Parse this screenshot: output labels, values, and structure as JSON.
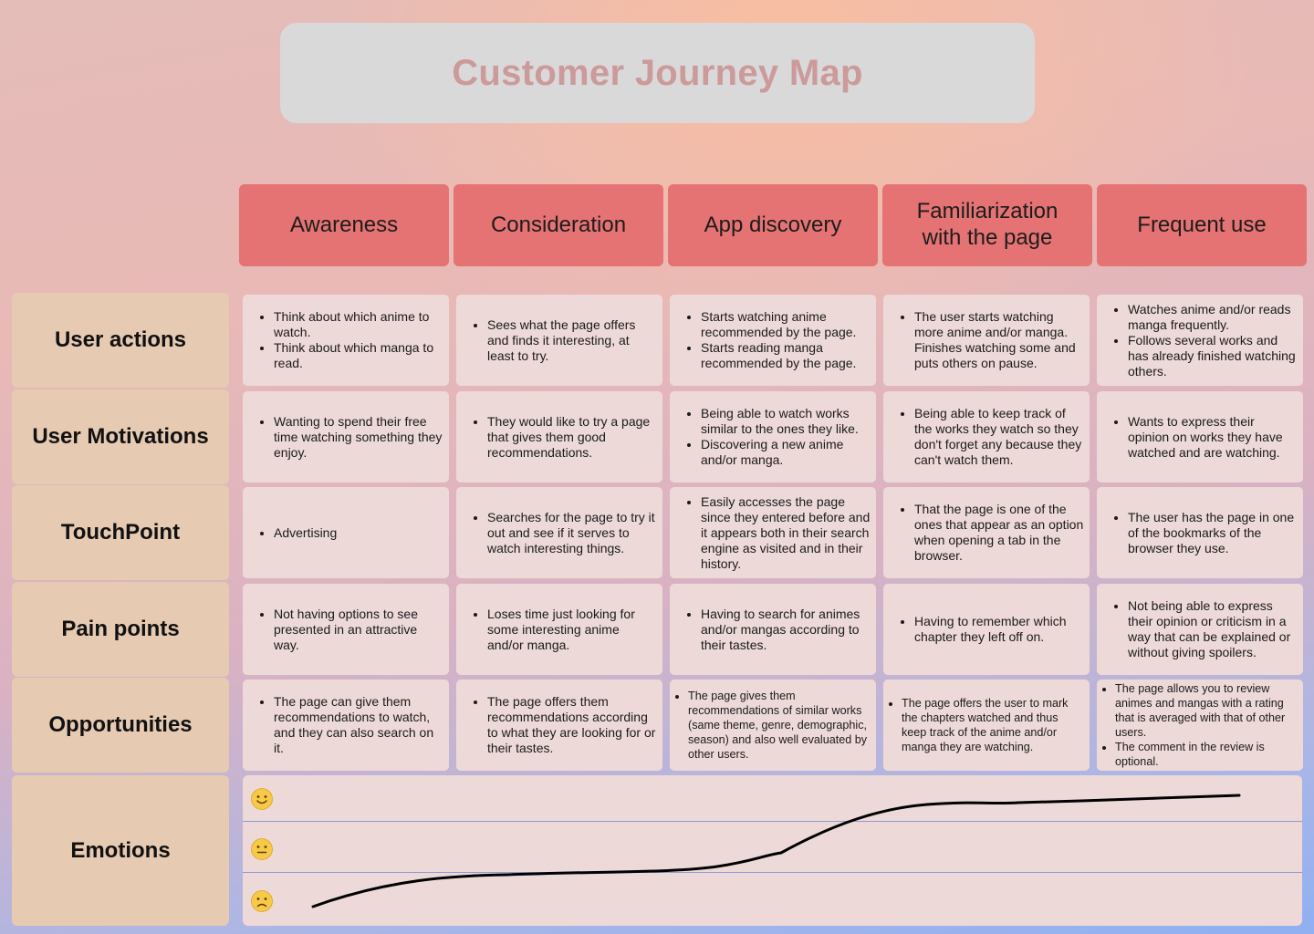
{
  "title": "Customer Journey Map",
  "stages": [
    "Awareness",
    "Consideration",
    "App discovery",
    "Familiarization with the page",
    "Frequent use"
  ],
  "rows": [
    {
      "label": "User actions",
      "cells": [
        [
          "Think about which anime to watch.",
          "Think about which manga to read."
        ],
        [
          "Sees what the page offers and finds it interesting, at least to try."
        ],
        [
          "Starts watching anime recommended by the page.",
          "Starts reading manga recommended by the page."
        ],
        [
          "The user starts watching more anime and/or manga. Finishes watching some and puts others on pause."
        ],
        [
          "Watches anime and/or reads manga frequently.",
          "Follows several works and has already finished watching others."
        ]
      ]
    },
    {
      "label": "User Motivations",
      "cells": [
        [
          "Wanting to spend their free time watching something they enjoy."
        ],
        [
          "They would like to try a page that gives them good recommendations."
        ],
        [
          "Being able to watch works similar to the ones they like.",
          "Discovering a new anime and/or manga."
        ],
        [
          "Being able to keep track of the works they watch so they don't forget any because they can't watch them."
        ],
        [
          "Wants to express their opinion on works they have watched and are watching."
        ]
      ]
    },
    {
      "label": "TouchPoint",
      "cells": [
        [
          "Advertising"
        ],
        [
          "Searches for the page to try it out and see if it serves to watch interesting things."
        ],
        [
          "Easily accesses the page since they entered before and it appears both in their search engine as visited and in their history."
        ],
        [
          "That the page is one of the ones that appear as an option when opening a tab in the browser."
        ],
        [
          "The user has the page in one of the bookmarks of the browser they use."
        ]
      ]
    },
    {
      "label": "Pain points",
      "cells": [
        [
          "Not having options to see presented in an attractive way."
        ],
        [
          "Loses time just looking for some interesting anime and/or manga."
        ],
        [
          "Having to search for animes and/or mangas according to their tastes."
        ],
        [
          "Having to remember which chapter they left off on."
        ],
        [
          "Not being able to express their opinion or criticism in a way that can be explained or without giving spoilers."
        ]
      ]
    },
    {
      "label": "Opportunities",
      "cells": [
        [
          "The page can give them recommendations to watch, and they can also search on it."
        ],
        [
          "The page offers them recommendations according to what they are looking for or their tastes."
        ],
        [
          "The page gives them recommendations of similar works (same theme, genre, demographic, season) and also well evaluated by other users."
        ],
        [
          "The page offers the user to mark the chapters watched and thus keep track of the anime and/or manga they are watching."
        ],
        [
          "The page allows you to review animes and mangas with a rating that is averaged with that of other users.",
          "The comment in the review is optional."
        ]
      ]
    }
  ],
  "emotions": {
    "label": "Emotions",
    "levels": [
      "happy-face-icon",
      "neutral-face-icon",
      "sad-face-icon"
    ],
    "curve": "sad at Awareness, rising slowly through Consideration and App discovery, climbing steeply to happy at Familiarization with the page, staying happy through Frequent use"
  },
  "colors": {
    "stage_header": "#e57373",
    "row_label": "#e6cab2",
    "cell": "#eed9d9",
    "title_box": "#d9d9d9",
    "title_text": "#cc9a9a"
  }
}
